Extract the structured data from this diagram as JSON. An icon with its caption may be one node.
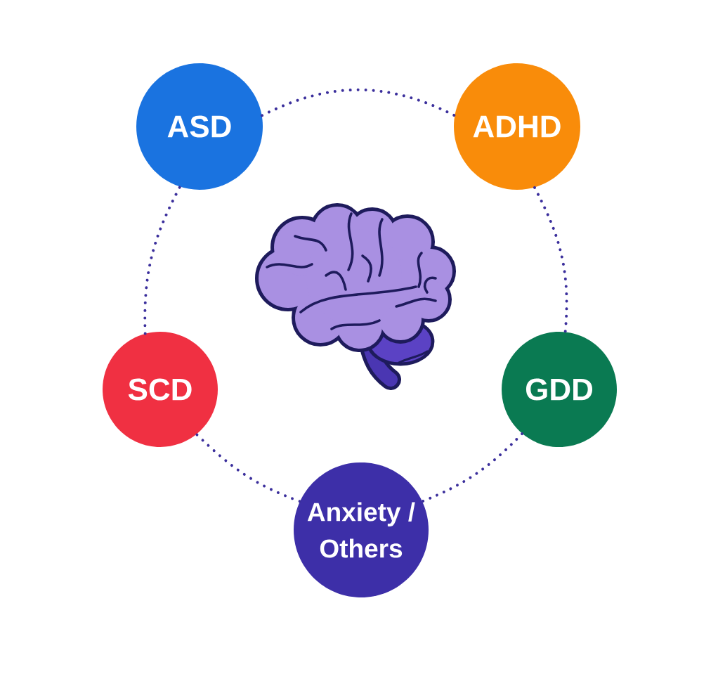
{
  "diagram": {
    "nodes": [
      {
        "text": [
          "ASD"
        ]
      },
      {
        "text": [
          "ADHD"
        ]
      },
      {
        "text": [
          "SCD"
        ]
      },
      {
        "text": [
          "GDD"
        ]
      },
      {
        "text": [
          "Anxiety / Others"
        ]
      }
    ],
    "edges": [
      {
        "from": 0,
        "to": 1,
        "arrow": "none"
      },
      {
        "from": 1,
        "to": 3,
        "arrow": "none"
      },
      {
        "from": 3,
        "to": 4,
        "arrow": "none"
      },
      {
        "from": 4,
        "to": 2,
        "arrow": "none"
      },
      {
        "from": 2,
        "to": 0,
        "arrow": "none"
      }
    ]
  }
}
